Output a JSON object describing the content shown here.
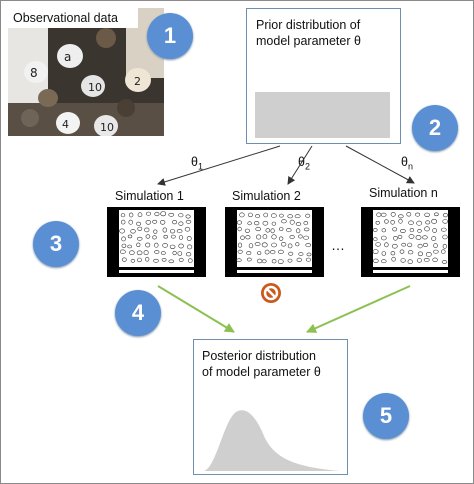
{
  "observation": {
    "title": "Observational data"
  },
  "prior": {
    "title_line1": "Prior distribution of",
    "title_line2": "model parameter θ"
  },
  "posterior": {
    "title_line1": "Posterior distribution",
    "title_line2": "of model parameter θ"
  },
  "simulations": [
    {
      "label": "Simulation 1",
      "theta": "θ",
      "sub": "1"
    },
    {
      "label": "Simulation 2",
      "theta": "θ",
      "sub": "2"
    },
    {
      "label": "Simulation n",
      "theta": "θ",
      "sub": "n"
    }
  ],
  "ellipsis": "…",
  "steps": [
    "1",
    "2",
    "3",
    "4",
    "5"
  ],
  "colors": {
    "badge": "#5b8fd4",
    "accept_arrow": "#8cc152",
    "reject_icon": "#c95a1c",
    "distribution_fill": "#cfcfcf",
    "box_border": "#6f8fb0"
  },
  "icons": {
    "rejected": "prohibited-icon"
  }
}
